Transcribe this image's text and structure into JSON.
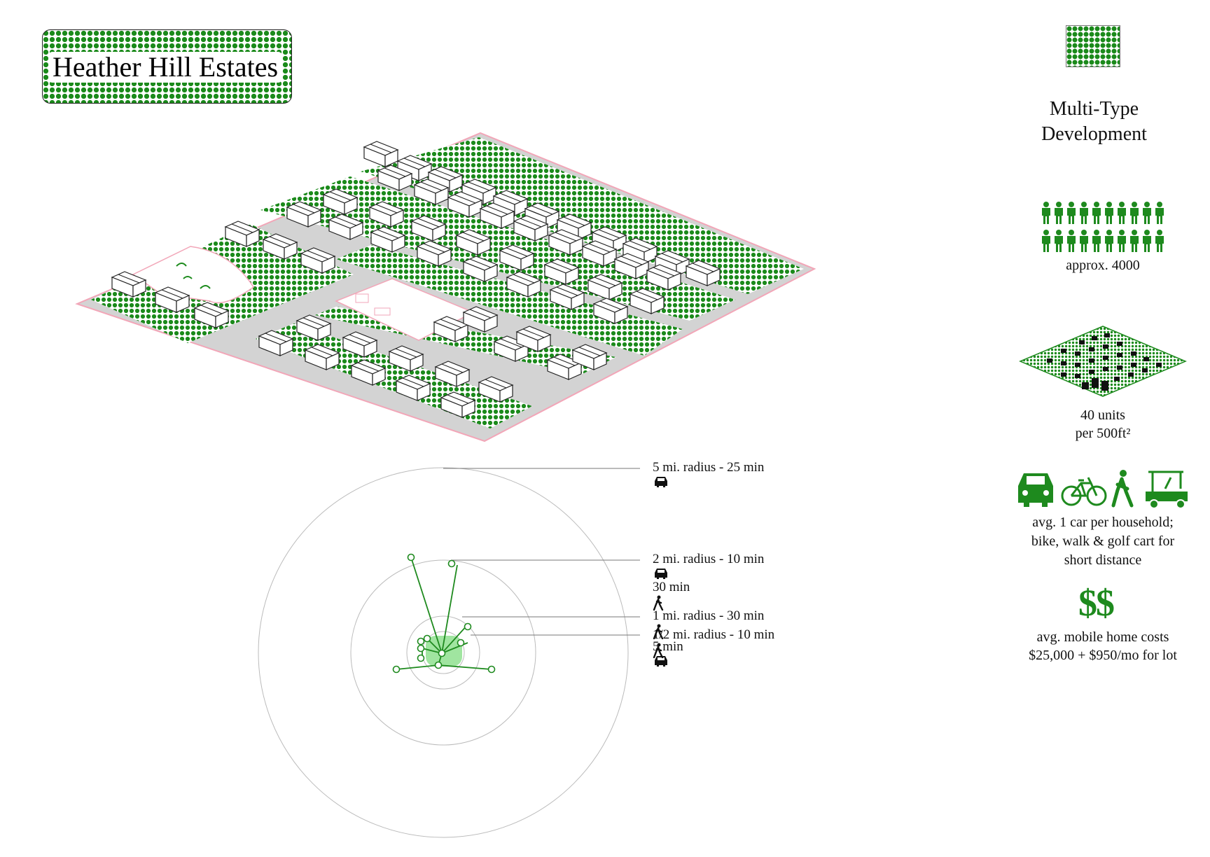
{
  "title": "Heather Hill Estates",
  "development_type": "Multi-Type Development",
  "population": {
    "label": "approx. 4000"
  },
  "density": {
    "line1": "40 units",
    "line2": "per 500ft²"
  },
  "transport": {
    "icons": [
      "car-icon",
      "bicycle-icon",
      "pedestrian-icon",
      "golf-cart-icon"
    ],
    "line1": "avg. 1 car per household;",
    "line2": "bike, walk & golf cart for",
    "line3": "short distance"
  },
  "cost": {
    "symbol": "$$",
    "line1": "avg. mobile home costs",
    "line2": "$25,000 + $950/mo for lot"
  },
  "radii": [
    {
      "text": "5 mi. radius - 25 min",
      "icons": [
        "car-icon"
      ]
    },
    {
      "text": "2 mi. radius - 10 min",
      "icons": [
        "car-icon"
      ],
      "text2": "30 min",
      "icons2": [
        "pedestrian-icon"
      ]
    },
    {
      "text": "1 mi. radius - 30 min",
      "icons": [
        "pedestrian-icon"
      ],
      "text2": "5 min",
      "icons2": [
        "car-icon"
      ]
    },
    {
      "text": "1/2 mi. radius - 10 min",
      "icons": [
        "pedestrian-icon"
      ]
    }
  ],
  "colors": {
    "green": "#1e8a1e",
    "road": "#cccccc",
    "boundary": "#f2a6b8"
  }
}
